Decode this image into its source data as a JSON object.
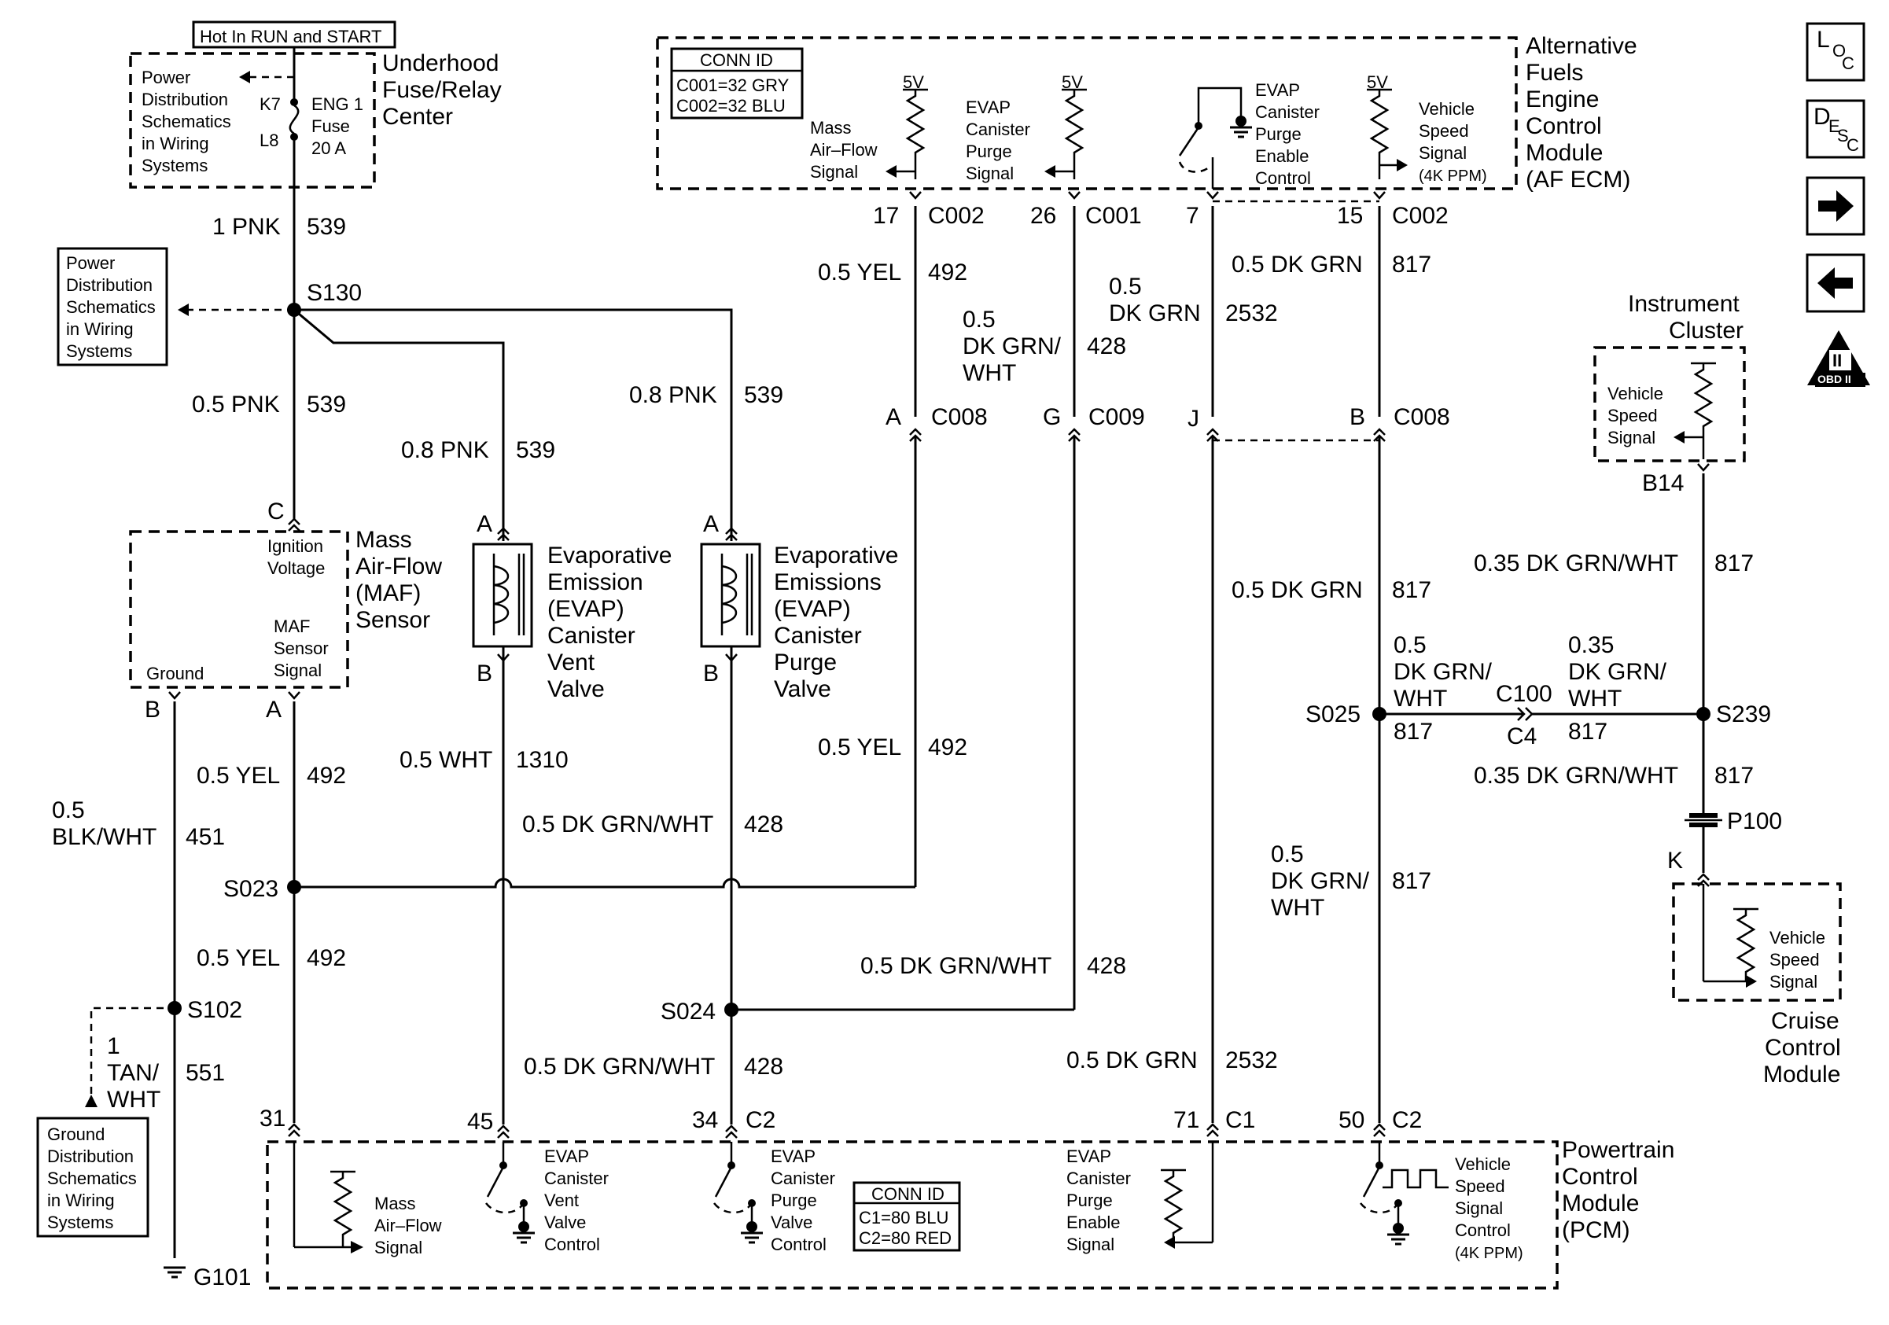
{
  "nav_icons": {
    "loc": {
      "big": "L",
      "sub1": "O",
      "sub2": "C"
    },
    "desc": {
      "big": "D",
      "sub1": "E",
      "sub2": "S",
      "sub3": "C"
    },
    "forward": "right-arrow-icon",
    "back": "left-arrow-icon",
    "obd": {
      "roman": "II",
      "label": "OBD II"
    }
  },
  "hot_label": "Hot In RUN and START",
  "fuse_center": {
    "ref": [
      "Power",
      "Distribution",
      "Schematics",
      "in Wiring",
      "Systems"
    ],
    "k7": "K7",
    "l8": "L8",
    "fuse": [
      "ENG 1",
      "Fuse",
      "20 A"
    ],
    "title": [
      "Underhood",
      "Fuse/Relay",
      "Center"
    ]
  },
  "power_ref": [
    "Power",
    "Distribution",
    "Schematics",
    "in Wiring",
    "Systems"
  ],
  "ground_ref": [
    "Ground",
    "Distribution",
    "Schematics",
    "in Wiring",
    "Systems"
  ],
  "af_ecm": {
    "conn_title": "CONN ID",
    "conn_rows": [
      "C001=32 GRY",
      "C002=32 BLU"
    ],
    "title": [
      "Alternative",
      "Fuels",
      "Engine",
      "Control",
      "Module",
      "(AF ECM)"
    ],
    "maf_signal": [
      "Mass",
      "Air–Flow",
      "Signal"
    ],
    "purge_signal": [
      "EVAP",
      "Canister",
      "Purge",
      "Signal"
    ],
    "enable_control": [
      "EVAP",
      "Canister",
      "Purge",
      "Enable",
      "Control"
    ],
    "vss_signal": [
      "Vehicle",
      "Speed",
      "Signal",
      "(4K PPM)"
    ],
    "v5": "5V",
    "pins": [
      {
        "pin": "17",
        "conn": "C002"
      },
      {
        "pin": "26",
        "conn": "C001"
      },
      {
        "pin": "7",
        "conn": ""
      },
      {
        "pin": "15",
        "conn": "C002"
      }
    ]
  },
  "wires": {
    "pnk1": "1 PNK",
    "c539": "539",
    "s130": "S130",
    "pnk05": "0.5 PNK",
    "pnk08a": "0.8 PNK",
    "pnk08b": "0.8 PNK",
    "yel05": "0.5 YEL",
    "c492": "492",
    "dkgrnwht05": [
      "0.5",
      "DK GRN/",
      "WHT"
    ],
    "c428": "428",
    "dkgrn05": [
      "0.5",
      "DK GRN"
    ],
    "c2532": "2532",
    "dkgrn05_817": "0.5 DK GRN",
    "c817": "817",
    "blkwht": [
      "0.5",
      "BLK/WHT"
    ],
    "c451": "451",
    "wht05": "0.5 WHT",
    "c1310": "1310",
    "dkgrnwht_line": "0.5 DK GRN/WHT",
    "tanwht": [
      "1",
      "TAN/",
      "WHT"
    ],
    "c551": "551",
    "dkgrn2532": "0.5 DK GRN",
    "g035": "0.35 DK GRN/WHT",
    "dkgrnwht_s025": [
      "0.5",
      "DK GRN/",
      "WHT"
    ],
    "dkgrnwht_035": [
      "0.35",
      "DK GRN/",
      "WHT"
    ]
  },
  "inline_conns": {
    "a_c008": {
      "pin": "A",
      "conn": "C008"
    },
    "g_c009": {
      "pin": "G",
      "conn": "C009"
    },
    "j": {
      "pin": "J"
    },
    "b_c008": {
      "pin": "B",
      "conn": "C008"
    },
    "c100": "C100",
    "c4": "C4",
    "p100": "P100",
    "k": "K",
    "b14": "B14"
  },
  "splices": {
    "s023": "S023",
    "s024": "S024",
    "s025": "S025",
    "s102": "S102",
    "s239": "S239",
    "g101": "G101"
  },
  "maf_sensor": {
    "c": "C",
    "a": "A",
    "b": "B",
    "ign": [
      "Ignition",
      "Voltage"
    ],
    "sig": [
      "MAF",
      "Sensor",
      "Signal"
    ],
    "gnd": "Ground",
    "title": [
      "Mass",
      "Air-Flow",
      "(MAF)",
      "Sensor"
    ]
  },
  "vent_valve": {
    "a": "A",
    "b": "B",
    "title": [
      "Evaporative",
      "Emission",
      "(EVAP)",
      "Canister",
      "Vent",
      "Valve"
    ]
  },
  "purge_valve": {
    "a": "A",
    "b": "B",
    "title": [
      "Evaporative",
      "Emissions",
      "(EVAP)",
      "Canister",
      "Purge",
      "Valve"
    ]
  },
  "instrument_cluster": {
    "title": [
      "Instrument",
      "Cluster"
    ],
    "signal": [
      "Vehicle",
      "Speed",
      "Signal"
    ]
  },
  "cruise": {
    "title": [
      "Cruise",
      "Control",
      "Module"
    ],
    "signal": [
      "Vehicle",
      "Speed",
      "Signal"
    ]
  },
  "pcm": {
    "title": [
      "Powertrain",
      "Control",
      "Module",
      "(PCM)"
    ],
    "conn_title": "CONN ID",
    "conn_rows": [
      "C1=80 BLU",
      "C2=80 RED"
    ],
    "pins": [
      {
        "pin": "31",
        "conn": ""
      },
      {
        "pin": "45",
        "conn": ""
      },
      {
        "pin": "34",
        "conn": "C2"
      },
      {
        "pin": "71",
        "conn": "C1"
      },
      {
        "pin": "50",
        "conn": "C2"
      }
    ],
    "maf": [
      "Mass",
      "Air–Flow",
      "Signal"
    ],
    "vent": [
      "EVAP",
      "Canister",
      "Vent",
      "Valve",
      "Control"
    ],
    "purge": [
      "EVAP",
      "Canister",
      "Purge",
      "Valve",
      "Control"
    ],
    "enable": [
      "EVAP",
      "Canister",
      "Purge",
      "Enable",
      "Signal"
    ],
    "vss": [
      "Vehicle",
      "Speed",
      "Signal",
      "Control",
      "(4K PPM)"
    ]
  }
}
